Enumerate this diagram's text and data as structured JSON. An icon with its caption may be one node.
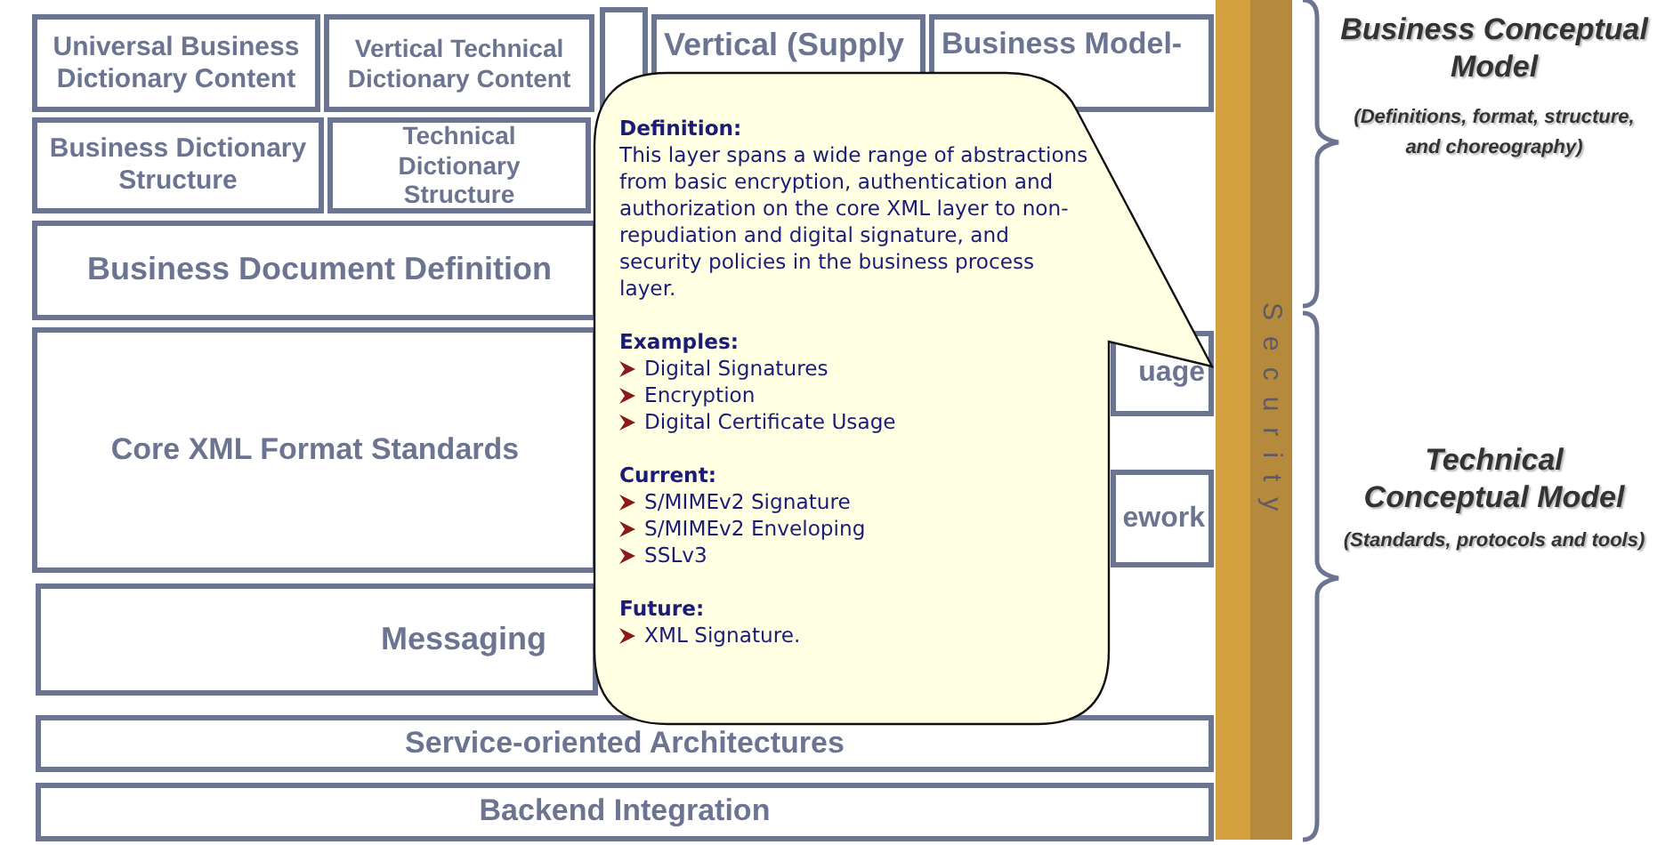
{
  "diagram": {
    "nodes": [
      {
        "text": [
          "Universal Business Dictionary Content"
        ]
      },
      {
        "text": [
          "Vertical Technical Dictionary Content"
        ]
      },
      {
        "text": [],
        "shape": "box"
      },
      {
        "text": [
          "Vertical (Supply"
        ]
      },
      {
        "text": [
          "Business Model-"
        ]
      },
      {
        "text": [
          "Business Dictionary Structure"
        ]
      },
      {
        "text": [
          "Technical Dictionary Structure"
        ]
      },
      {
        "text": [
          "Business Document Definition"
        ]
      },
      {
        "text": [
          "Core XML Format Standards"
        ]
      },
      {
        "text": [
          "uage"
        ]
      },
      {
        "text": [
          "ework"
        ]
      },
      {
        "text": [
          "Messaging"
        ]
      },
      {
        "text": [
          "Service-oriented Architectures"
        ]
      },
      {
        "text": [
          "Backend Integration"
        ]
      },
      {
        "text": [
          "Security"
        ]
      },
      {
        "text": [
          "Definition:",
          "This layer spans a wide range of abstractions from basic encryption, authentication and authorization on the core XML layer to non-repudiation and digital signature, and security policies in the business process layer.",
          "Examples:",
          "Digital Signatures",
          "Encryption",
          "Digital Certificate Usage",
          "Current:",
          "S/MIMEv2 Signature",
          "S/MIMEv2 Enveloping",
          "SSLv3",
          "Future:",
          "XML Signature."
        ]
      }
    ],
    "edges": [],
    "labels": [
      "Business Conceptual Model",
      "(Definitions, format, structure, and choreography)",
      "Technical Conceptual Model",
      "(Standards, protocols and tools)"
    ]
  }
}
